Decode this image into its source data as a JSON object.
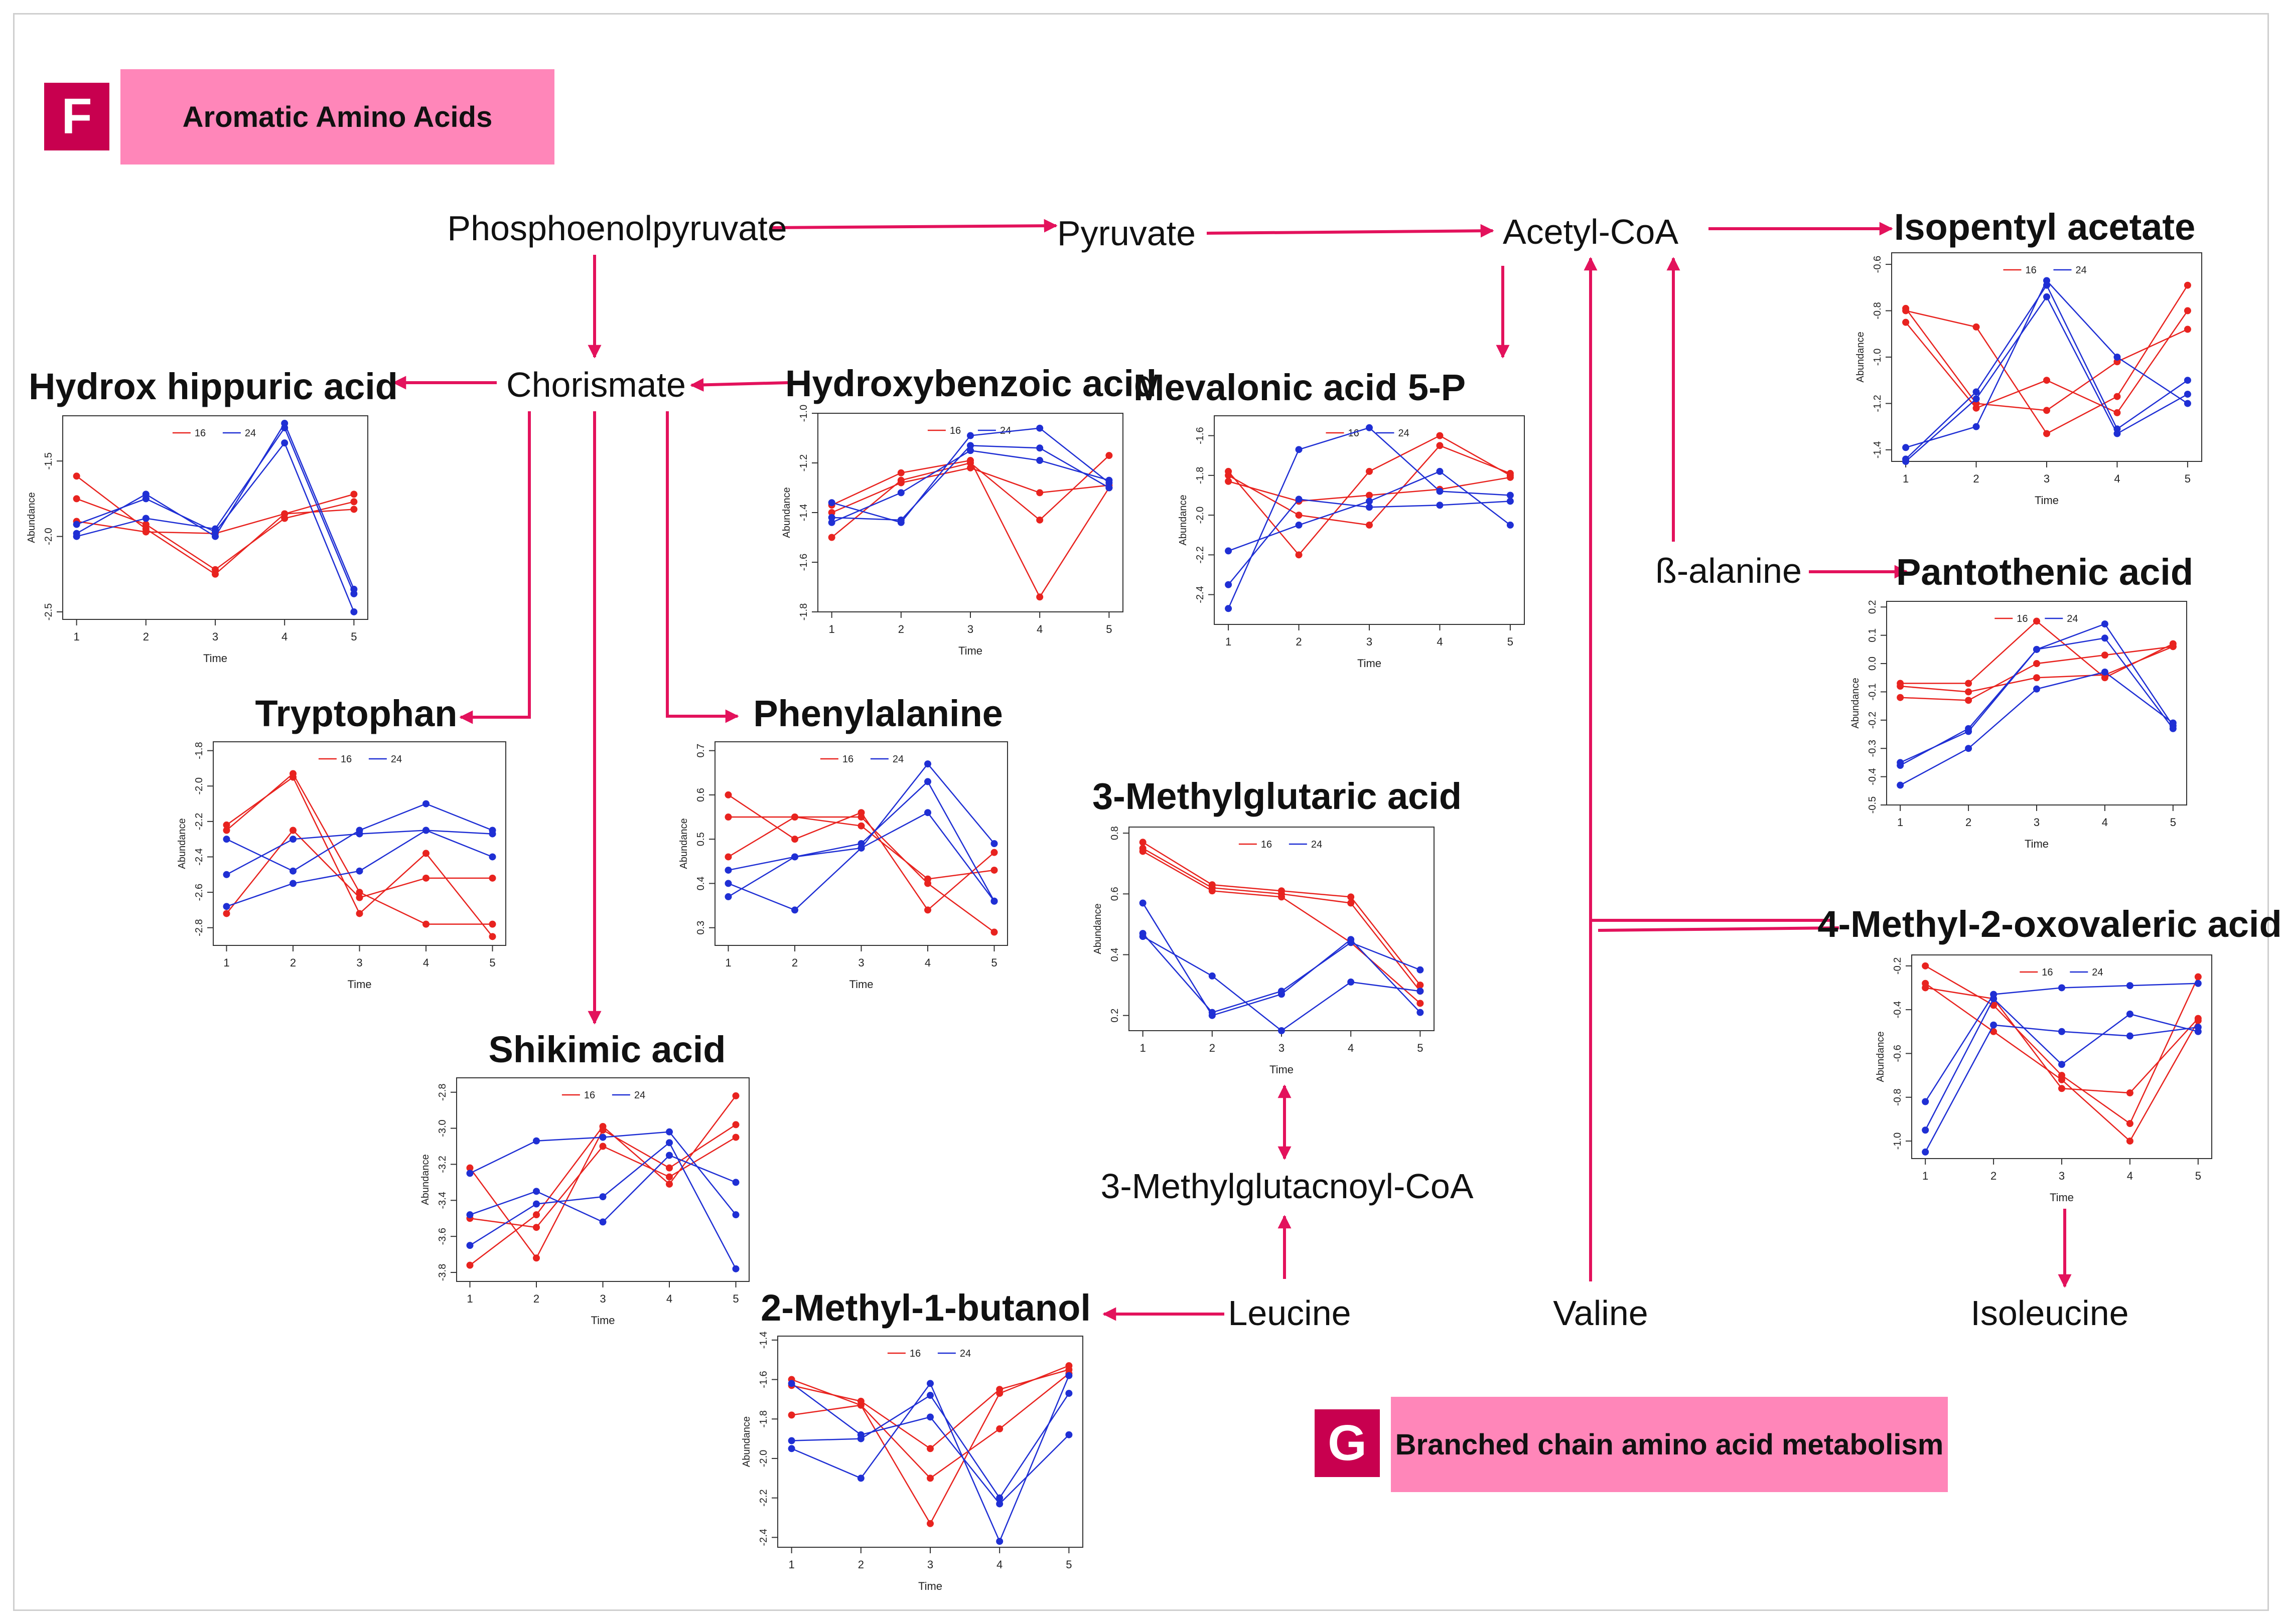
{
  "panels": {
    "f": {
      "letter": "F",
      "title": "Aromatic Amino Acids"
    },
    "g": {
      "letter": "G",
      "title": "Branched chain amino acid metabolism"
    }
  },
  "nodes": {
    "pep": "Phosphoenolpyruvate",
    "pyruvate": "Pyruvate",
    "acetyl_coa": "Acetyl-CoA",
    "chorismate": "Chorismate",
    "beta_alanine": "ß-alanine",
    "methylglutacnoyl_coa": "3-Methylglutacnoyl-CoA",
    "leucine": "Leucine",
    "valine": "Valine",
    "isoleucine": "Isoleucine"
  },
  "compounds": {
    "isopentyl": "Isopentyl acetate",
    "hippuric": "Hydrox hippuric acid",
    "hydroxybenzoic": "Hydroxybenzoic acid",
    "mevalonic": "Mevalonic acid 5-P",
    "pantothenic": "Pantothenic acid",
    "tryptophan": "Tryptophan",
    "phenylalanine": "Phenylalanine",
    "methylglutaric": "3-Methylglutaric acid",
    "oxovaleric": "4-Methyl-2-oxovaleric acid",
    "shikimic": "Shikimic acid",
    "methylbutanol": "2-Methyl-1-butanol"
  },
  "colors": {
    "red_series": "#e8231f",
    "blue_series": "#1f2fd4",
    "arrow": "#e3125c",
    "badge": "#c8004f",
    "banner": "#ff86b9"
  },
  "chart_data": [
    {
      "id": "isopentyl",
      "type": "line",
      "title": "Isopentyl acetate",
      "xlabel": "Time",
      "ylabel": "Abundance",
      "x": [
        1,
        2,
        3,
        4,
        5
      ],
      "xticks": [
        "1",
        "2",
        "3",
        "4",
        "5"
      ],
      "ylim": [
        -1.45,
        -0.55
      ],
      "yticks": [
        "-0.6",
        "-0.8",
        "-1.0",
        "-1.2",
        "-1.4"
      ],
      "ytick_values": [
        -0.6,
        -0.8,
        -1.0,
        -1.2,
        -1.4
      ],
      "legend": [
        "16",
        "24"
      ],
      "series": [
        {
          "group": "16",
          "values": [
            -0.8,
            -0.87,
            -1.33,
            -1.17,
            -0.69
          ]
        },
        {
          "group": "16",
          "values": [
            -0.85,
            -1.22,
            -1.1,
            -1.24,
            -0.8
          ]
        },
        {
          "group": "16",
          "values": [
            -0.79,
            -1.2,
            -1.23,
            -1.02,
            -0.88
          ]
        },
        {
          "group": "24",
          "values": [
            -1.44,
            -1.15,
            -0.69,
            -1.31,
            -1.1
          ]
        },
        {
          "group": "24",
          "values": [
            -1.39,
            -1.3,
            -0.67,
            -1.0,
            -1.2
          ]
        },
        {
          "group": "24",
          "values": [
            -1.45,
            -1.18,
            -0.74,
            -1.33,
            -1.16
          ]
        }
      ]
    },
    {
      "id": "hippuric",
      "type": "line",
      "title": "Hydrox hippuric acid",
      "xlabel": "Time",
      "ylabel": "Abundance",
      "x": [
        1,
        2,
        3,
        4,
        5
      ],
      "xticks": [
        "1",
        "2",
        "3",
        "4",
        "5"
      ],
      "ylim": [
        -2.55,
        -1.2
      ],
      "yticks": [
        "-1.5",
        "-2.0",
        "-2.5"
      ],
      "ytick_values": [
        -1.5,
        -2.0,
        -2.5
      ],
      "legend": [
        "16",
        "24"
      ],
      "series": [
        {
          "group": "16",
          "values": [
            -1.6,
            -1.95,
            -2.25,
            -1.85,
            -1.72
          ]
        },
        {
          "group": "16",
          "values": [
            -1.75,
            -1.92,
            -2.22,
            -1.88,
            -1.77
          ]
        },
        {
          "group": "16",
          "values": [
            -1.9,
            -1.97,
            -1.98,
            -1.85,
            -1.82
          ]
        },
        {
          "group": "24",
          "values": [
            -1.98,
            -1.72,
            -2.0,
            -1.25,
            -2.35
          ]
        },
        {
          "group": "24",
          "values": [
            -1.92,
            -1.75,
            -1.97,
            -1.38,
            -2.5
          ]
        },
        {
          "group": "24",
          "values": [
            -2.0,
            -1.88,
            -1.95,
            -1.28,
            -2.38
          ]
        }
      ]
    },
    {
      "id": "hydroxybenzoic",
      "type": "line",
      "title": "Hydroxybenzoic acid",
      "xlabel": "Time",
      "ylabel": "Abundance",
      "x": [
        1,
        2,
        3,
        4,
        5
      ],
      "xticks": [
        "1",
        "2",
        "3",
        "4",
        "5"
      ],
      "ylim": [
        -1.8,
        -1.0
      ],
      "yticks": [
        "-1.0",
        "-1.2",
        "-1.4",
        "-1.6",
        "-1.8"
      ],
      "ytick_values": [
        -1.0,
        -1.2,
        -1.4,
        -1.6,
        -1.8
      ],
      "legend": [
        "16",
        "24"
      ],
      "series": [
        {
          "group": "16",
          "values": [
            -1.5,
            -1.27,
            -1.2,
            -1.43,
            -1.17
          ]
        },
        {
          "group": "16",
          "values": [
            -1.37,
            -1.24,
            -1.19,
            -1.74,
            -1.3
          ]
        },
        {
          "group": "16",
          "values": [
            -1.4,
            -1.28,
            -1.22,
            -1.32,
            -1.29
          ]
        },
        {
          "group": "24",
          "values": [
            -1.36,
            -1.44,
            -1.09,
            -1.06,
            -1.28
          ]
        },
        {
          "group": "24",
          "values": [
            -1.42,
            -1.43,
            -1.13,
            -1.14,
            -1.3
          ]
        },
        {
          "group": "24",
          "values": [
            -1.44,
            -1.32,
            -1.15,
            -1.19,
            -1.27
          ]
        }
      ]
    },
    {
      "id": "mevalonic",
      "type": "line",
      "title": "Mevalonic acid 5-P",
      "xlabel": "Time",
      "ylabel": "Abundance",
      "x": [
        1,
        2,
        3,
        4,
        5
      ],
      "xticks": [
        "1",
        "2",
        "3",
        "4",
        "5"
      ],
      "ylim": [
        -2.55,
        -1.5
      ],
      "yticks": [
        "-1.6",
        "-1.8",
        "-2.0",
        "-2.2",
        "-2.4"
      ],
      "ytick_values": [
        -1.6,
        -1.8,
        -2.0,
        -2.2,
        -2.4
      ],
      "legend": [
        "16",
        "24"
      ],
      "series": [
        {
          "group": "16",
          "values": [
            -1.78,
            -2.2,
            -1.78,
            -1.6,
            -1.8
          ]
        },
        {
          "group": "16",
          "values": [
            -1.8,
            -2.0,
            -2.05,
            -1.65,
            -1.79
          ]
        },
        {
          "group": "16",
          "values": [
            -1.83,
            -1.93,
            -1.9,
            -1.87,
            -1.81
          ]
        },
        {
          "group": "24",
          "values": [
            -2.47,
            -1.67,
            -1.56,
            -1.88,
            -1.9
          ]
        },
        {
          "group": "24",
          "values": [
            -2.18,
            -2.05,
            -1.93,
            -1.78,
            -2.05
          ]
        },
        {
          "group": "24",
          "values": [
            -2.35,
            -1.92,
            -1.96,
            -1.95,
            -1.93
          ]
        }
      ]
    },
    {
      "id": "pantothenic",
      "type": "line",
      "title": "Pantothenic acid",
      "xlabel": "Time",
      "ylabel": "Abundance",
      "x": [
        1,
        2,
        3,
        4,
        5
      ],
      "xticks": [
        "1",
        "2",
        "3",
        "4",
        "5"
      ],
      "ylim": [
        -0.5,
        0.22
      ],
      "yticks": [
        "0.2",
        "0.1",
        "0.0",
        "-0.1",
        "-0.2",
        "-0.3",
        "-0.4",
        "-0.5"
      ],
      "ytick_values": [
        0.2,
        0.1,
        0.0,
        -0.1,
        -0.2,
        -0.3,
        -0.4,
        -0.5
      ],
      "legend": [
        "16",
        "24"
      ],
      "series": [
        {
          "group": "16",
          "values": [
            -0.07,
            -0.07,
            0.15,
            -0.05,
            0.07
          ]
        },
        {
          "group": "16",
          "values": [
            -0.12,
            -0.13,
            0.0,
            0.03,
            0.06
          ]
        },
        {
          "group": "16",
          "values": [
            -0.08,
            -0.1,
            -0.05,
            -0.04,
            0.06
          ]
        },
        {
          "group": "24",
          "values": [
            -0.36,
            -0.23,
            0.05,
            0.14,
            -0.22
          ]
        },
        {
          "group": "24",
          "values": [
            -0.43,
            -0.3,
            -0.09,
            -0.03,
            -0.21
          ]
        },
        {
          "group": "24",
          "values": [
            -0.35,
            -0.24,
            0.05,
            0.09,
            -0.23
          ]
        }
      ]
    },
    {
      "id": "tryptophan",
      "type": "line",
      "title": "Tryptophan",
      "xlabel": "Time",
      "ylabel": "Abundance",
      "x": [
        1,
        2,
        3,
        4,
        5
      ],
      "xticks": [
        "1",
        "2",
        "3",
        "4",
        "5"
      ],
      "ylim": [
        -2.9,
        -1.75
      ],
      "yticks": [
        "-1.8",
        "-2.0",
        "-2.2",
        "-2.4",
        "-2.6",
        "-2.8"
      ],
      "ytick_values": [
        -1.8,
        -2.0,
        -2.2,
        -2.4,
        -2.6,
        -2.8
      ],
      "legend": [
        "16",
        "24"
      ],
      "series": [
        {
          "group": "16",
          "values": [
            -2.22,
            -1.95,
            -2.72,
            -2.38,
            -2.85
          ]
        },
        {
          "group": "16",
          "values": [
            -2.25,
            -1.93,
            -2.6,
            -2.78,
            -2.78
          ]
        },
        {
          "group": "16",
          "values": [
            -2.72,
            -2.25,
            -2.63,
            -2.52,
            -2.52
          ]
        },
        {
          "group": "24",
          "values": [
            -2.3,
            -2.48,
            -2.25,
            -2.1,
            -2.25
          ]
        },
        {
          "group": "24",
          "values": [
            -2.5,
            -2.3,
            -2.27,
            -2.25,
            -2.4
          ]
        },
        {
          "group": "24",
          "values": [
            -2.68,
            -2.55,
            -2.48,
            -2.25,
            -2.27
          ]
        }
      ]
    },
    {
      "id": "phenylalanine",
      "type": "line",
      "title": "Phenylalanine",
      "xlabel": "Time",
      "ylabel": "Abundance",
      "x": [
        1,
        2,
        3,
        4,
        5
      ],
      "xticks": [
        "1",
        "2",
        "3",
        "4",
        "5"
      ],
      "ylim": [
        0.26,
        0.72
      ],
      "yticks": [
        "0.7",
        "0.6",
        "0.5",
        "0.4",
        "0.3"
      ],
      "ytick_values": [
        0.7,
        0.6,
        0.5,
        0.4,
        0.3
      ],
      "legend": [
        "16",
        "24"
      ],
      "series": [
        {
          "group": "16",
          "values": [
            0.6,
            0.5,
            0.56,
            0.34,
            0.47
          ]
        },
        {
          "group": "16",
          "values": [
            0.55,
            0.55,
            0.55,
            0.4,
            0.29
          ]
        },
        {
          "group": "16",
          "values": [
            0.46,
            0.55,
            0.53,
            0.41,
            0.43
          ]
        },
        {
          "group": "24",
          "values": [
            0.4,
            0.34,
            0.48,
            0.67,
            0.49
          ]
        },
        {
          "group": "24",
          "values": [
            0.37,
            0.46,
            0.49,
            0.63,
            0.36
          ]
        },
        {
          "group": "24",
          "values": [
            0.43,
            0.46,
            0.48,
            0.56,
            0.36
          ]
        }
      ]
    },
    {
      "id": "methylglutaric",
      "type": "line",
      "title": "3-Methylglutaric acid",
      "xlabel": "Time",
      "ylabel": "Abundance",
      "x": [
        1,
        2,
        3,
        4,
        5
      ],
      "xticks": [
        "1",
        "2",
        "3",
        "4",
        "5"
      ],
      "ylim": [
        0.15,
        0.82
      ],
      "yticks": [
        "0.8",
        "0.6",
        "0.4",
        "0.2"
      ],
      "ytick_values": [
        0.8,
        0.6,
        0.4,
        0.2
      ],
      "legend": [
        "16",
        "24"
      ],
      "series": [
        {
          "group": "16",
          "values": [
            0.77,
            0.63,
            0.61,
            0.59,
            0.3
          ]
        },
        {
          "group": "16",
          "values": [
            0.75,
            0.62,
            0.6,
            0.57,
            0.28
          ]
        },
        {
          "group": "16",
          "values": [
            0.74,
            0.61,
            0.59,
            0.44,
            0.24
          ]
        },
        {
          "group": "24",
          "values": [
            0.57,
            0.2,
            0.27,
            0.45,
            0.21
          ]
        },
        {
          "group": "24",
          "values": [
            0.46,
            0.33,
            0.15,
            0.31,
            0.28
          ]
        },
        {
          "group": "24",
          "values": [
            0.47,
            0.21,
            0.28,
            0.44,
            0.35
          ]
        }
      ]
    },
    {
      "id": "oxovaleric",
      "type": "line",
      "title": "4-Methyl-2-oxovaleric acid",
      "xlabel": "Time",
      "ylabel": "Abundance",
      "x": [
        1,
        2,
        3,
        4,
        5
      ],
      "xticks": [
        "1",
        "2",
        "3",
        "4",
        "5"
      ],
      "ylim": [
        -1.08,
        -0.15
      ],
      "yticks": [
        "-0.2",
        "-0.4",
        "-0.6",
        "-0.8",
        "-1.0"
      ],
      "ytick_values": [
        -0.2,
        -0.4,
        -0.6,
        -0.8,
        -1.0
      ],
      "legend": [
        "16",
        "24"
      ],
      "series": [
        {
          "group": "16",
          "values": [
            -0.2,
            -0.38,
            -0.7,
            -0.92,
            -0.25
          ]
        },
        {
          "group": "16",
          "values": [
            -0.3,
            -0.35,
            -0.76,
            -0.78,
            -0.44
          ]
        },
        {
          "group": "16",
          "values": [
            -0.28,
            -0.5,
            -0.72,
            -1.0,
            -0.45
          ]
        },
        {
          "group": "24",
          "values": [
            -0.82,
            -0.33,
            -0.3,
            -0.29,
            -0.28
          ]
        },
        {
          "group": "24",
          "values": [
            -0.95,
            -0.35,
            -0.65,
            -0.42,
            -0.5
          ]
        },
        {
          "group": "24",
          "values": [
            -1.05,
            -0.47,
            -0.5,
            -0.52,
            -0.48
          ]
        }
      ]
    },
    {
      "id": "shikimic",
      "type": "line",
      "title": "Shikimic acid",
      "xlabel": "Time",
      "ylabel": "Abundance",
      "x": [
        1,
        2,
        3,
        4,
        5
      ],
      "xticks": [
        "1",
        "2",
        "3",
        "4",
        "5"
      ],
      "ylim": [
        -3.85,
        -2.72
      ],
      "yticks": [
        "-2.8",
        "-3.0",
        "-3.2",
        "-3.4",
        "-3.6",
        "-3.8"
      ],
      "ytick_values": [
        -2.8,
        -3.0,
        -3.2,
        -3.4,
        -3.6,
        -3.8
      ],
      "legend": [
        "16",
        "24"
      ],
      "series": [
        {
          "group": "16",
          "values": [
            -3.76,
            -3.48,
            -2.99,
            -3.31,
            -2.82
          ]
        },
        {
          "group": "16",
          "values": [
            -3.22,
            -3.72,
            -3.01,
            -3.22,
            -2.98
          ]
        },
        {
          "group": "16",
          "values": [
            -3.5,
            -3.55,
            -3.1,
            -3.27,
            -3.05
          ]
        },
        {
          "group": "24",
          "values": [
            -3.25,
            -3.07,
            -3.05,
            -3.02,
            -3.48
          ]
        },
        {
          "group": "24",
          "values": [
            -3.65,
            -3.42,
            -3.38,
            -3.08,
            -3.78
          ]
        },
        {
          "group": "24",
          "values": [
            -3.48,
            -3.35,
            -3.52,
            -3.15,
            -3.3
          ]
        }
      ]
    },
    {
      "id": "methylbutanol",
      "type": "line",
      "title": "2-Methyl-1-butanol",
      "xlabel": "Time",
      "ylabel": "Abundance",
      "x": [
        1,
        2,
        3,
        4,
        5
      ],
      "xticks": [
        "1",
        "2",
        "3",
        "4",
        "5"
      ],
      "ylim": [
        -2.45,
        -1.38
      ],
      "yticks": [
        "-1.4",
        "-1.6",
        "-1.8",
        "-2.0",
        "-2.2",
        "-2.4"
      ],
      "ytick_values": [
        -1.4,
        -1.6,
        -1.8,
        -2.0,
        -2.2,
        -2.4
      ],
      "legend": [
        "16",
        "24"
      ],
      "series": [
        {
          "group": "16",
          "values": [
            -1.6,
            -1.73,
            -2.33,
            -1.67,
            -1.53
          ]
        },
        {
          "group": "16",
          "values": [
            -1.63,
            -1.71,
            -1.95,
            -1.65,
            -1.55
          ]
        },
        {
          "group": "16",
          "values": [
            -1.78,
            -1.73,
            -2.1,
            -1.85,
            -1.57
          ]
        },
        {
          "group": "24",
          "values": [
            -1.95,
            -2.1,
            -1.62,
            -2.42,
            -1.58
          ]
        },
        {
          "group": "24",
          "values": [
            -1.62,
            -1.88,
            -1.79,
            -2.23,
            -1.88
          ]
        },
        {
          "group": "24",
          "values": [
            -1.91,
            -1.9,
            -1.68,
            -2.2,
            -1.67
          ]
        }
      ]
    }
  ]
}
